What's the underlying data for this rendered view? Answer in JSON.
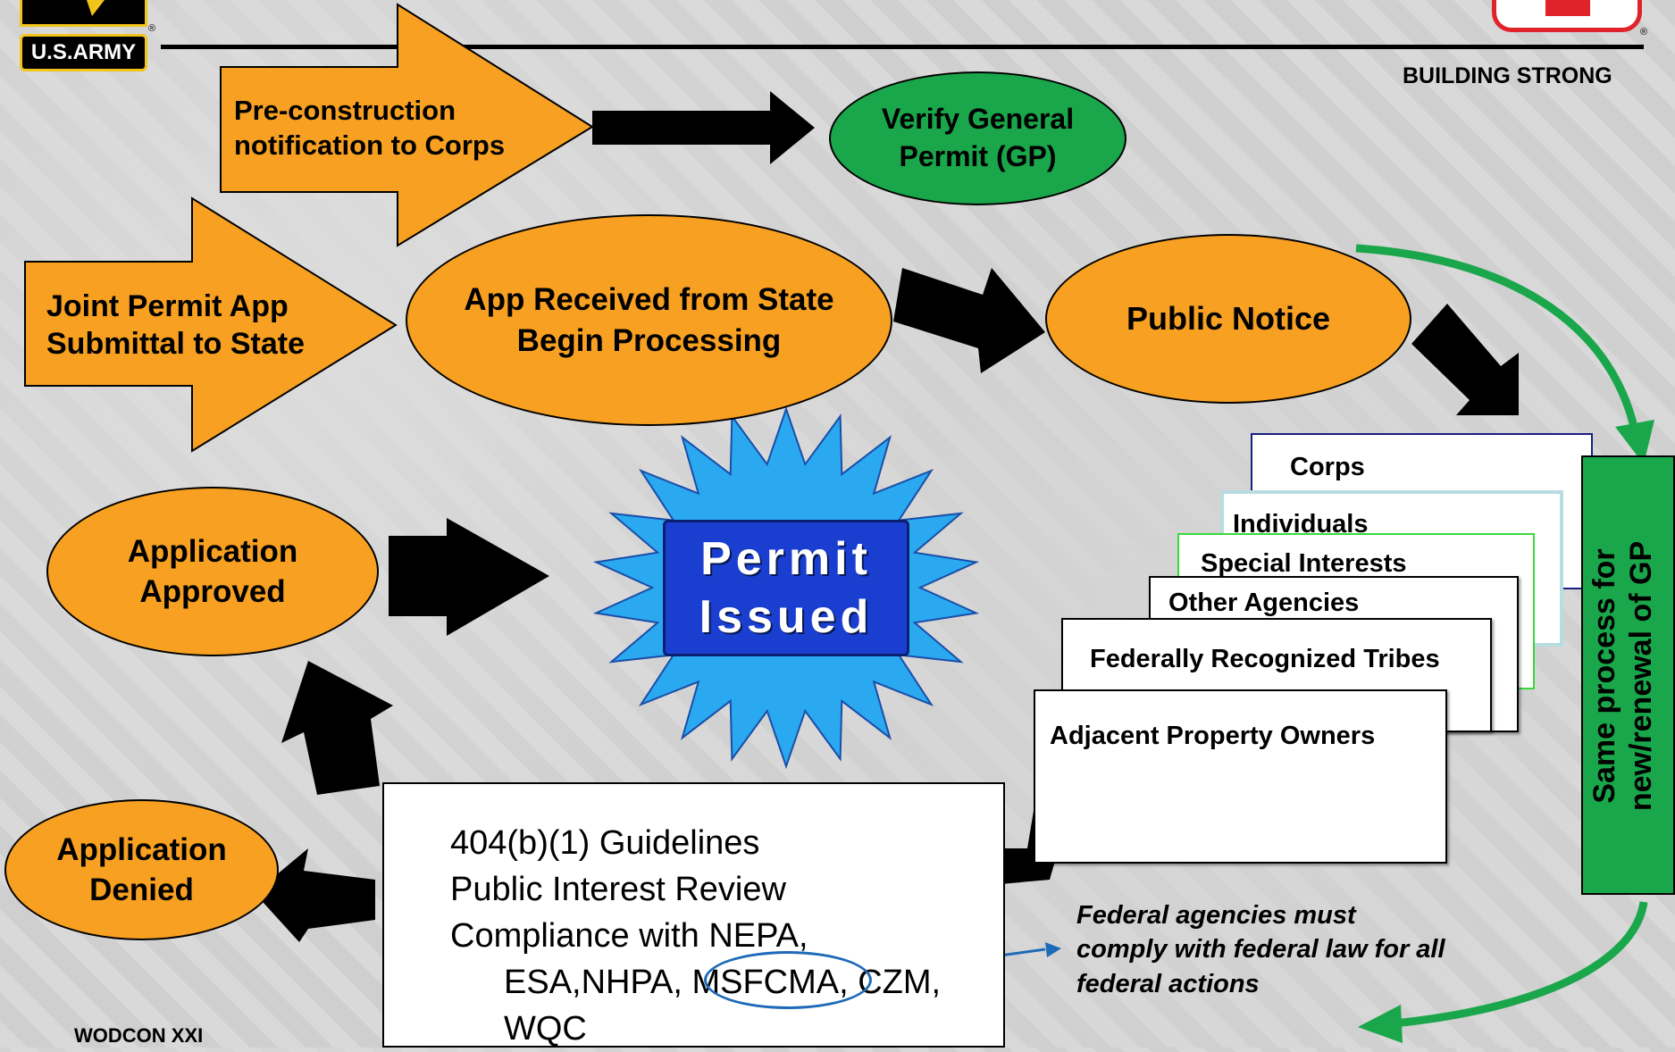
{
  "header": {
    "army_logo_text": "U.S.ARMY",
    "tagline": "BUILDING STRONG",
    "registered_mark": "®"
  },
  "nodes": {
    "pre_construction": "Pre-construction notification to Corps",
    "verify_gp": "Verify General Permit (GP)",
    "joint_permit": "Joint Permit App Submittal to State",
    "app_received": "App Received from State Begin Processing",
    "public_notice": "Public Notice",
    "application_approved": "Application Approved",
    "permit_issued_line1": "Permit",
    "permit_issued_line2": "Issued",
    "application_denied": "Application Denied"
  },
  "notice_recipients": [
    "Corps",
    "Individuals",
    "Special Interests",
    "Other Agencies",
    "Federally Recognized Tribes",
    "Adjacent Property Owners"
  ],
  "review_box": {
    "line1": "404(b)(1) Guidelines",
    "line2": "Public Interest Review",
    "line3": "Compliance with NEPA,",
    "line4": "ESA,NHPA, MSFCMA, CZM,",
    "line5": "WQC"
  },
  "green_bar_text_line1": "Same process for",
  "green_bar_text_line2": "new/renewal of GP",
  "federal_note": "Federal agencies must comply with federal law for all federal actions",
  "footer": "WODCON XXI",
  "colors": {
    "orange": "#f7a021",
    "green": "#1aa64a",
    "permit_blue": "#1a3fd0",
    "starburst": "#2aa8f0",
    "army_gold": "#f0c419",
    "corps_red": "#e0222a"
  }
}
